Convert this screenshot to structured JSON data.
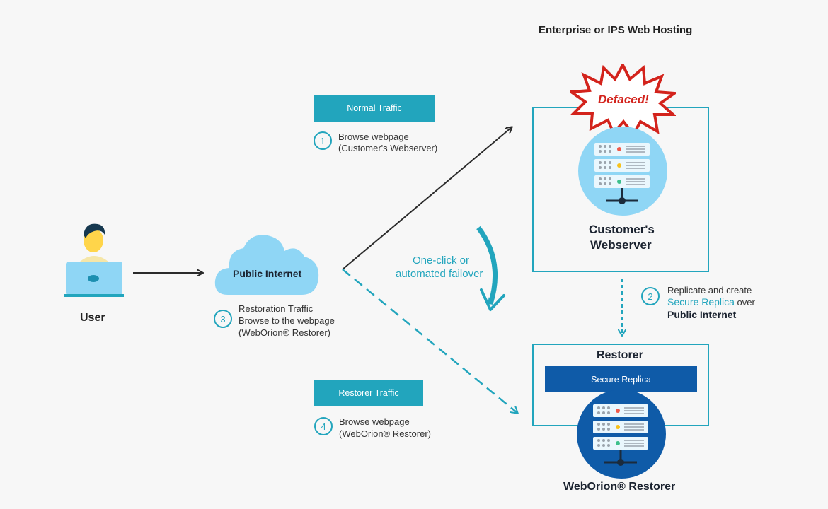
{
  "header": {
    "hosting_title": "Enterprise or IPS Web Hosting"
  },
  "user": {
    "label": "User"
  },
  "cloud": {
    "label": "Public Internet"
  },
  "steps": {
    "normal_traffic": "Normal Traffic",
    "step1_num": "1",
    "step1_line1": "Browse webpage",
    "step1_line2": "(Customer's Webserver)",
    "step2_num": "2",
    "step2_line1": "Replicate and create",
    "step2_secure": "Secure Replica",
    "step2_over": " over",
    "step2_line3": "Public Internet",
    "step3_num": "3",
    "step3_line1": "Restoration Traffic",
    "step3_line2": "Browse to the webpage",
    "step3_line3": "(WebOrion® Restorer)",
    "restorer_traffic": "Restorer Traffic",
    "step4_num": "4",
    "step4_line1": "Browse webpage",
    "step4_line2": "(WebOrion® Restorer)"
  },
  "failover": {
    "line1": "One-click or",
    "line2": "automated failover"
  },
  "customer": {
    "defaced": "Defaced!",
    "line1": "Customer's",
    "line2": "Webserver"
  },
  "restorer": {
    "title": "Restorer",
    "secure_replica": "Secure Replica",
    "product": "WebOrion® Restorer"
  },
  "colors": {
    "teal": "#22a5bd",
    "navy": "#0f5ba8",
    "light_blue": "#8fd6f5",
    "red": "#d3231c",
    "dark": "#2b2b2b"
  }
}
